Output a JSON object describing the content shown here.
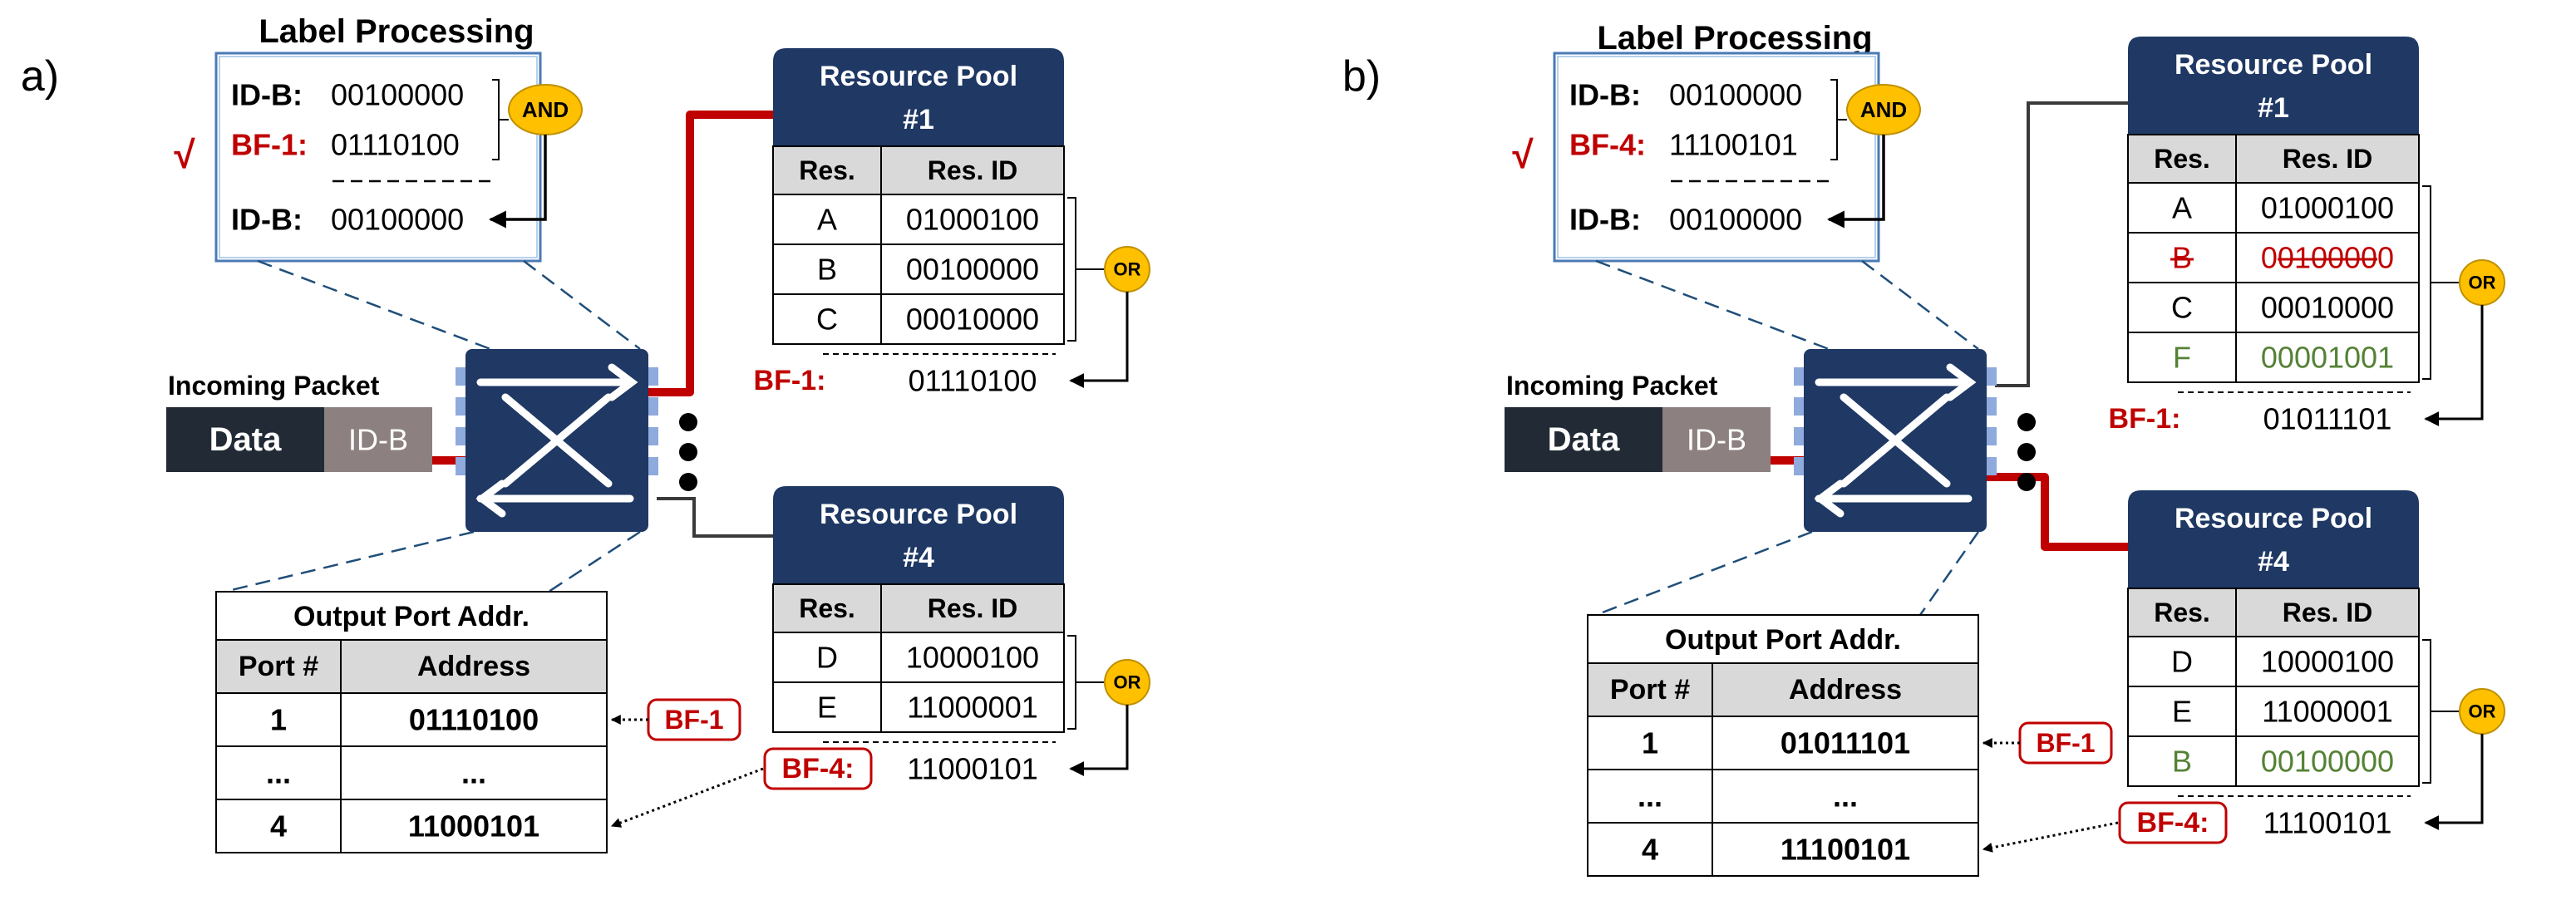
{
  "panels": [
    {
      "letter": "a)",
      "label_processing": {
        "title": "Label Processing",
        "row1_label": "ID-B:",
        "row1_value": "00100000",
        "row2_label": "BF-1:",
        "row2_value": "01110100",
        "result_label": "ID-B:",
        "result_value": "00100000",
        "and_label": "AND",
        "check": "√"
      },
      "incoming": {
        "caption": "Incoming Packet",
        "data_label": "Data",
        "id_label": "ID-B"
      },
      "pool1": {
        "title_line1": "Resource Pool",
        "title_line2": "#1",
        "col_res": "Res.",
        "col_resid": "Res. ID",
        "rows": [
          {
            "res": "A",
            "id": "01000100",
            "state": "normal"
          },
          {
            "res": "B",
            "id": "00100000",
            "state": "normal"
          },
          {
            "res": "C",
            "id": "00010000",
            "state": "normal"
          }
        ],
        "or_label": "OR",
        "bf_label": "BF-1:",
        "bf_value": "01110100"
      },
      "pool4": {
        "title_line1": "Resource Pool",
        "title_line2": "#4",
        "col_res": "Res.",
        "col_resid": "Res. ID",
        "rows": [
          {
            "res": "D",
            "id": "10000100",
            "state": "normal"
          },
          {
            "res": "E",
            "id": "11000001",
            "state": "normal"
          }
        ],
        "or_label": "OR",
        "bf_label": "BF-4:",
        "bf_value": "11000101"
      },
      "output_table": {
        "title": "Output Port Addr.",
        "col_port": "Port #",
        "col_addr": "Address",
        "rows": [
          {
            "port": "1",
            "addr": "01110100"
          },
          {
            "port": "...",
            "addr": "..."
          },
          {
            "port": "4",
            "addr": "11000101"
          }
        ],
        "bf1_tag": "BF-1"
      },
      "colors": {
        "red": "#c00000",
        "navy": "#1f3864",
        "green": "#548235",
        "gold": "#ffc000"
      }
    },
    {
      "letter": "b)",
      "label_processing": {
        "title": "Label Processing",
        "row1_label": "ID-B:",
        "row1_value": "00100000",
        "row2_label": "BF-4:",
        "row2_value": "11100101",
        "result_label": "ID-B:",
        "result_value": "00100000",
        "and_label": "AND",
        "check": "√"
      },
      "incoming": {
        "caption": "Incoming Packet",
        "data_label": "Data",
        "id_label": "ID-B"
      },
      "pool1": {
        "title_line1": "Resource Pool",
        "title_line2": "#1",
        "col_res": "Res.",
        "col_resid": "Res. ID",
        "rows": [
          {
            "res": "A",
            "id": "01000100",
            "state": "normal"
          },
          {
            "res": "B",
            "id": "00100000",
            "state": "removed"
          },
          {
            "res": "C",
            "id": "00010000",
            "state": "normal"
          },
          {
            "res": "F",
            "id": "00001001",
            "state": "added"
          }
        ],
        "or_label": "OR",
        "bf_label": "BF-1:",
        "bf_value": "01011101"
      },
      "pool4": {
        "title_line1": "Resource Pool",
        "title_line2": "#4",
        "col_res": "Res.",
        "col_resid": "Res. ID",
        "rows": [
          {
            "res": "D",
            "id": "10000100",
            "state": "normal"
          },
          {
            "res": "E",
            "id": "11000001",
            "state": "normal"
          },
          {
            "res": "B",
            "id": "00100000",
            "state": "added"
          }
        ],
        "or_label": "OR",
        "bf_label": "BF-4:",
        "bf_value": "11100101"
      },
      "output_table": {
        "title": "Output Port Addr.",
        "col_port": "Port #",
        "col_addr": "Address",
        "rows": [
          {
            "port": "1",
            "addr": "01011101"
          },
          {
            "port": "...",
            "addr": "..."
          },
          {
            "port": "4",
            "addr": "11100101"
          }
        ],
        "bf1_tag": "BF-1"
      },
      "colors": {
        "red": "#c00000",
        "navy": "#1f3864",
        "green": "#548235",
        "gold": "#ffc000"
      }
    }
  ]
}
